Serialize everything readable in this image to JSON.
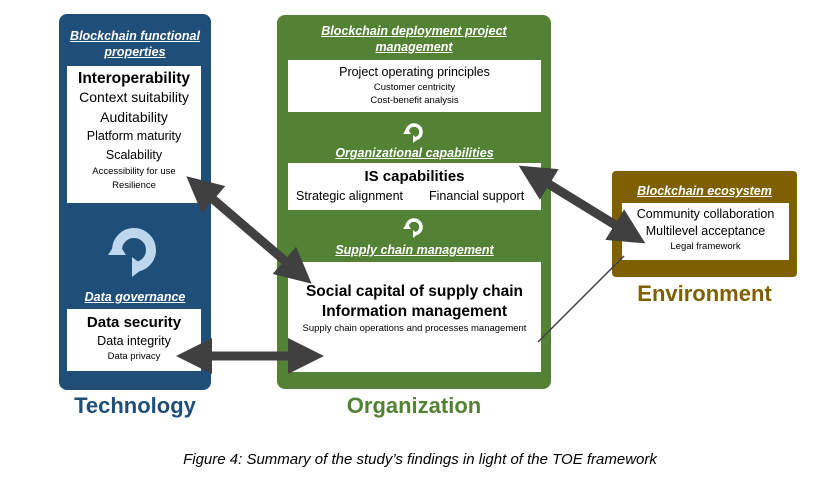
{
  "technology": {
    "label": "Technology",
    "functional_title": "Blockchain functional properties",
    "functional_items": [
      "Interoperability",
      "Context suitability",
      "Auditability",
      "Platform maturity",
      "Scalability",
      "Accessibility for use",
      "Resilience"
    ],
    "governance_title": "Data governance",
    "governance_items": [
      "Data security",
      "Data integrity",
      "Data privacy"
    ]
  },
  "organization": {
    "label": "Organization",
    "deployment_title": "Blockchain deployment project management",
    "deployment_items": [
      "Project operating principles",
      "Customer centricity",
      "Cost-benefit analysis"
    ],
    "capabilities_title": "Organizational capabilities",
    "capabilities_items": [
      "IS capabilities",
      "Strategic alignment",
      "Financial support"
    ],
    "supply_title": "Supply chain management",
    "supply_items": [
      "Social capital of supply chain",
      "Information management",
      "Supply chain operations and processes management"
    ]
  },
  "environment": {
    "label": "Environment",
    "ecosystem_title": "Blockchain ecosystem",
    "ecosystem_items": [
      "Community collaboration",
      "Multilevel acceptance",
      "Legal framework"
    ]
  },
  "caption": "Figure 4: Summary of the study’s findings in light of the TOE framework",
  "colors": {
    "technology": "#1f4e79",
    "organization": "#548235",
    "environment": "#7f6000",
    "arrow": "#404040",
    "cycle": "#bdd7ee"
  }
}
